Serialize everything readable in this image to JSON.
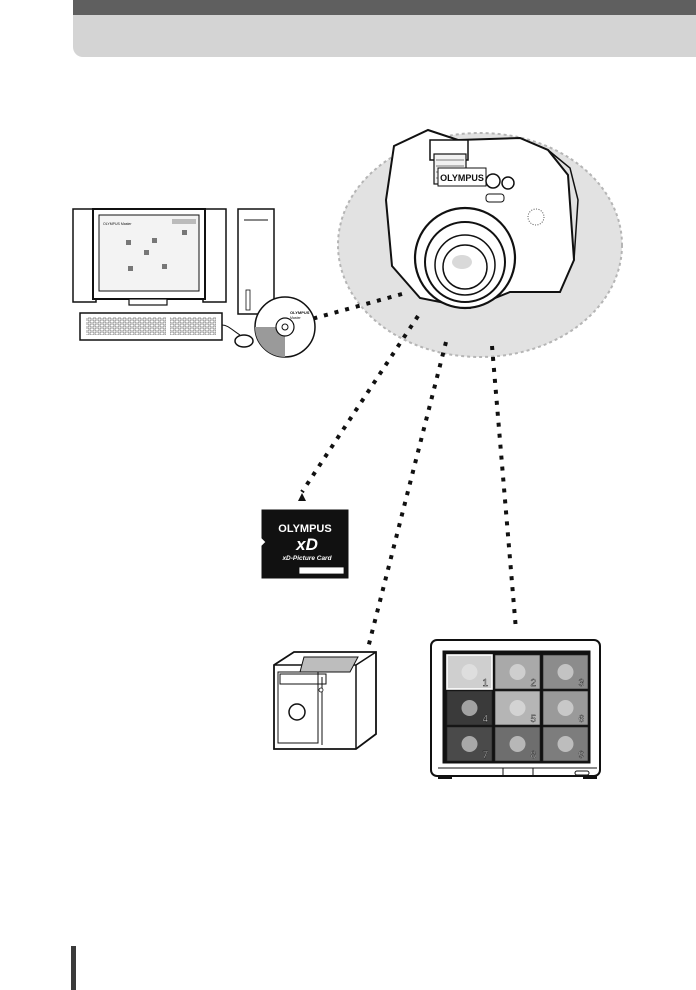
{
  "camera": {
    "brand_label": "OLYMPUS"
  },
  "computer": {
    "window_title": "OLYMPUS Master",
    "cd_brand": "OLYMPUS",
    "cd_title": "Master"
  },
  "xd_card": {
    "brand": "OLYMPUS",
    "logo": "xD",
    "name": "xD-Picture Card"
  },
  "tv": {
    "thumbnail_numbers": [
      "1",
      "2",
      "3",
      "4",
      "5",
      "6",
      "7",
      "8",
      "9"
    ]
  }
}
